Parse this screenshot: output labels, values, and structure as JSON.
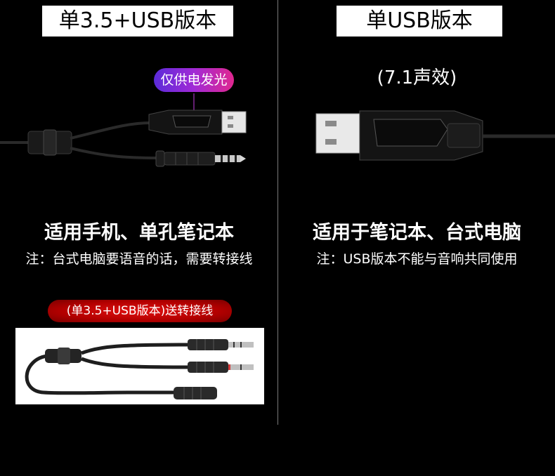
{
  "left": {
    "title": "单3.5+USB版本",
    "light_badge": "仅供电发光",
    "headline": "适用手机、单孔笔记本",
    "note": "注：台式电脑要语音的话，需要转接线",
    "adapter_badge": "(单3.5+USB版本)送转接线"
  },
  "right": {
    "title": "单USB版本",
    "subtitle": "(7.1声效)",
    "headline": "适用于笔记本、台式电脑",
    "note": "注：USB版本不能与音响共同使用"
  },
  "icons": {
    "left_cable": "usb-and-audio-jack-cable",
    "right_cable": "usb-plug",
    "adapter": "y-splitter-adapter"
  },
  "colors": {
    "background": "#000000",
    "badge_purple_start": "#5b2bd9",
    "badge_purple_end": "#e0278f",
    "badge_red": "#d00000"
  }
}
